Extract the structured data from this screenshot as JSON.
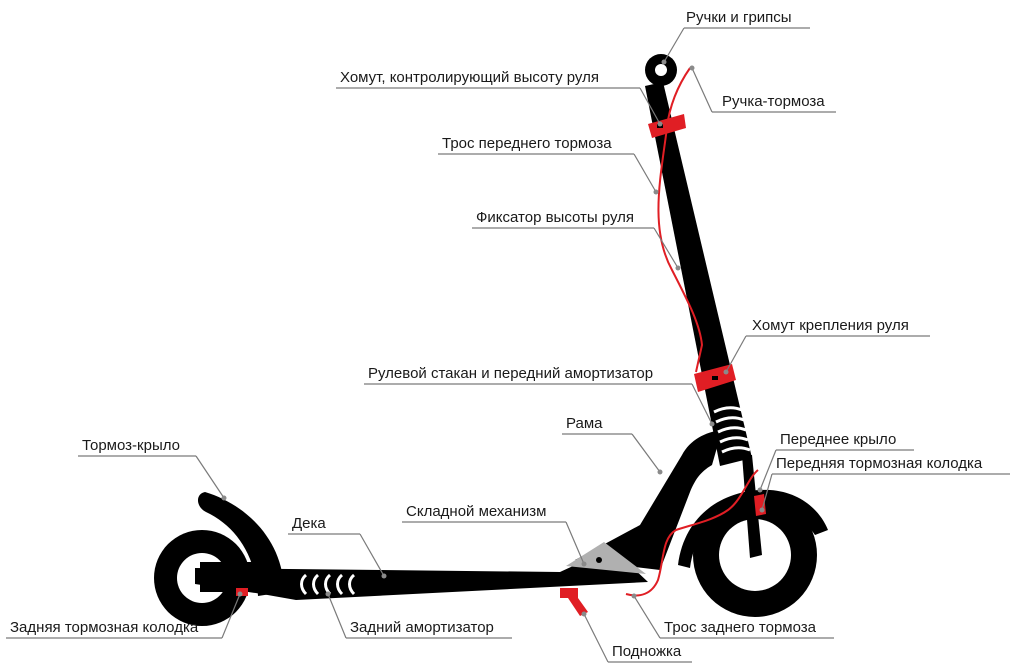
{
  "colors": {
    "frame": "#000000",
    "accent": "#e01e24",
    "leader": "#7a7a7a",
    "hinge": "#b0b0b0",
    "text": "#1a1a1a"
  },
  "labels": {
    "handles_grips": "Ручки и грипсы",
    "height_clamp": "Хомут, контролирующий высоту руля",
    "brake_lever": "Ручка-тормоза",
    "front_brake_cable": "Трос переднего тормоза",
    "height_lock": "Фиксатор высоты руля",
    "handlebar_clamp": "Хомут крепления руля",
    "headset_front_shock": "Рулевой стакан и передний амортизатор",
    "frame": "Рама",
    "front_fender": "Переднее крыло",
    "front_brake_pad": "Передняя тормозная колодка",
    "fender_brake": "Тормоз-крыло",
    "folding_mechanism": "Складной механизм",
    "deck": "Дека",
    "rear_brake_pad": "Задняя тормозная колодка",
    "rear_shock": "Задний амортизатор",
    "rear_brake_cable": "Трос заднего тормоза",
    "kickstand": "Подножка"
  }
}
